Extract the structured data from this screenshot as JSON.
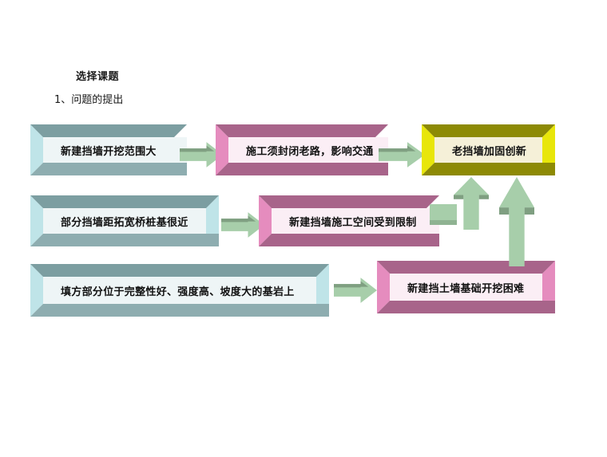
{
  "slide": {
    "heading_main": "选择课题",
    "heading_sub": "1、问题的提出",
    "background_color": "#ffffff"
  },
  "palette": {
    "teal_face": "#eef5f6",
    "teal_top": "#7c9ea1",
    "teal_side": "#bfe4e8",
    "pink_face": "#fbeef5",
    "pink_top": "#a8648a",
    "pink_side": "#e58cbe",
    "yellow_face": "#f5f0d8",
    "yellow_top": "#8d8a05",
    "yellow_side": "#e8e60a",
    "arrow_fill": "#a7ceaa",
    "arrow_shade": "#7f9f81",
    "text_color": "#111111"
  },
  "diagram": {
    "type": "flowchart",
    "nodes": [
      {
        "id": "n1",
        "label": "新建挡墙开挖范围大",
        "style": "teal",
        "row": 1,
        "col": 1
      },
      {
        "id": "n2",
        "label": "施工须封闭老路，影响交通",
        "style": "pink",
        "row": 1,
        "col": 2
      },
      {
        "id": "n3",
        "label": "老挡墙加固创新",
        "style": "yellow",
        "row": 1,
        "col": 3
      },
      {
        "id": "n4",
        "label": "部分挡墙距拓宽桥桩基很近",
        "style": "teal",
        "row": 2,
        "col": 1
      },
      {
        "id": "n5",
        "label": "新建挡墙施工空间受到限制",
        "style": "pink",
        "row": 2,
        "col": 2
      },
      {
        "id": "n6",
        "label": "填方部分位于完整性好、强度高、坡度大的基岩上",
        "style": "teal",
        "row": 3,
        "col": 1
      },
      {
        "id": "n7",
        "label": "新建挡土墙基础开挖困难",
        "style": "pink",
        "row": 3,
        "col": 2
      }
    ],
    "edges": [
      {
        "from": "n1",
        "to": "n2",
        "direction": "right"
      },
      {
        "from": "n2",
        "to": "n3",
        "direction": "right"
      },
      {
        "from": "n4",
        "to": "n5",
        "direction": "right"
      },
      {
        "from": "n6",
        "to": "n7",
        "direction": "right"
      },
      {
        "from": "n5",
        "to": "n3",
        "direction": "up-elbow"
      },
      {
        "from": "n7",
        "to": "n3",
        "direction": "up"
      }
    ]
  }
}
